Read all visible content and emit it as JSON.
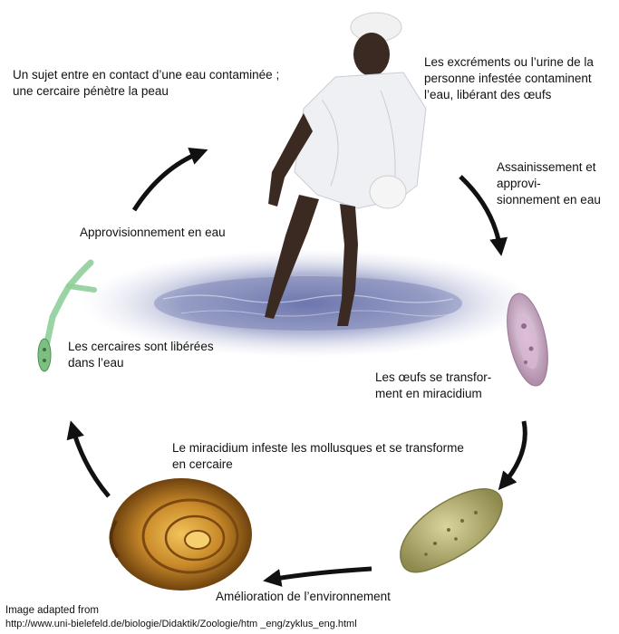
{
  "labels": {
    "contact": "Un sujet entre en contact d’une eau contaminée ; une cercaire pénètre la peau",
    "excreta": "Les excréments ou l’urine de la personne infestée contaminent l’eau, libérant des œufs",
    "sanitation": "Assainissement et approvi-sionnement en eau",
    "water_supply": "Approvisionnement en eau",
    "cercariae_released": "Les cercaires sont libérées dans l’eau",
    "eggs_transform": "Les œufs se transfor-ment en miracidium",
    "miracidium_infests": "Le miracidium infeste les mollusques et se transforme en cercaire",
    "environment": "Amélioration de l’environnement"
  },
  "credit": {
    "line1": "Image adapted from",
    "line2": "http://www.uni-bielefeld.de/biologie/Didaktik/Zoologie/htm _eng/zyklus_eng.html"
  },
  "colors": {
    "arrow": "#111111",
    "water": "#9aa0c8",
    "cercaria": "#8fcf9a",
    "egg": "#c9a9c6",
    "miracidium": "#bdb77a",
    "snail": "#c98a2a"
  }
}
